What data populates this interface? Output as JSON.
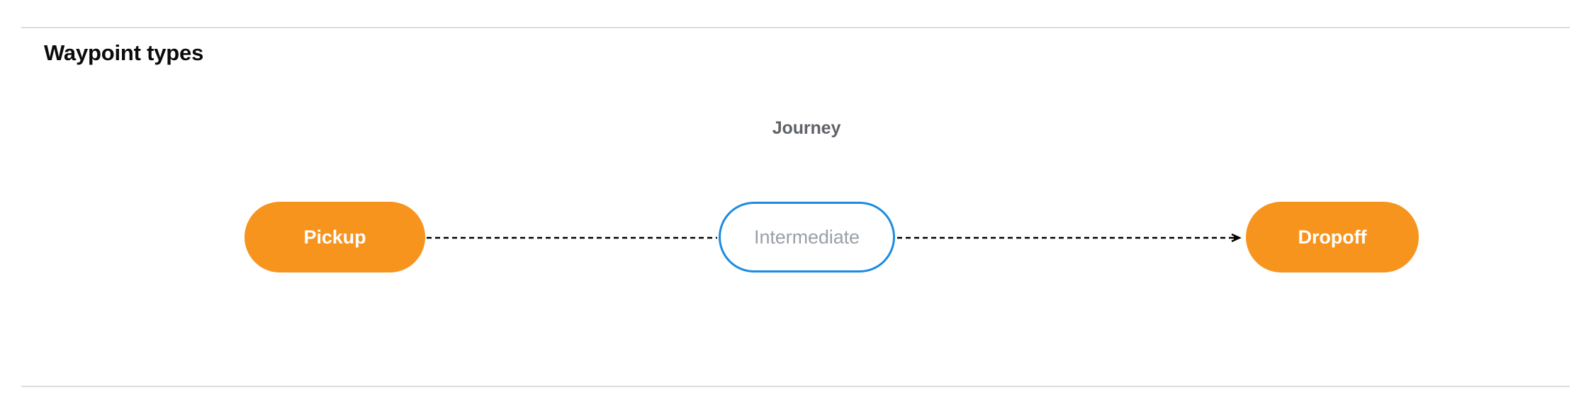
{
  "section": {
    "title": "Waypoint types"
  },
  "colors": {
    "terminal_node_fill": "#F7941E",
    "terminal_node_text": "#FFFFFF",
    "intermediate_node_fill": "#FFFFFF",
    "intermediate_node_border": "#1A8BE0",
    "intermediate_node_text": "#9AA0A6",
    "group_label_text": "#5F6368",
    "title_text": "#0B0B0B",
    "divider": "#DCDCDC",
    "connector": "#000000"
  },
  "diagram": {
    "group_label": "Journey",
    "nodes": [
      {
        "id": "pickup",
        "label": "Pickup",
        "style": "filled"
      },
      {
        "id": "intermediate",
        "label": "Intermediate",
        "style": "outlined"
      },
      {
        "id": "dropoff",
        "label": "Dropoff",
        "style": "filled"
      }
    ],
    "edges": [
      {
        "from": "pickup",
        "to": "intermediate",
        "style": "dashed",
        "arrowhead": false
      },
      {
        "from": "intermediate",
        "to": "dropoff",
        "style": "dashed",
        "arrowhead": true
      }
    ]
  }
}
